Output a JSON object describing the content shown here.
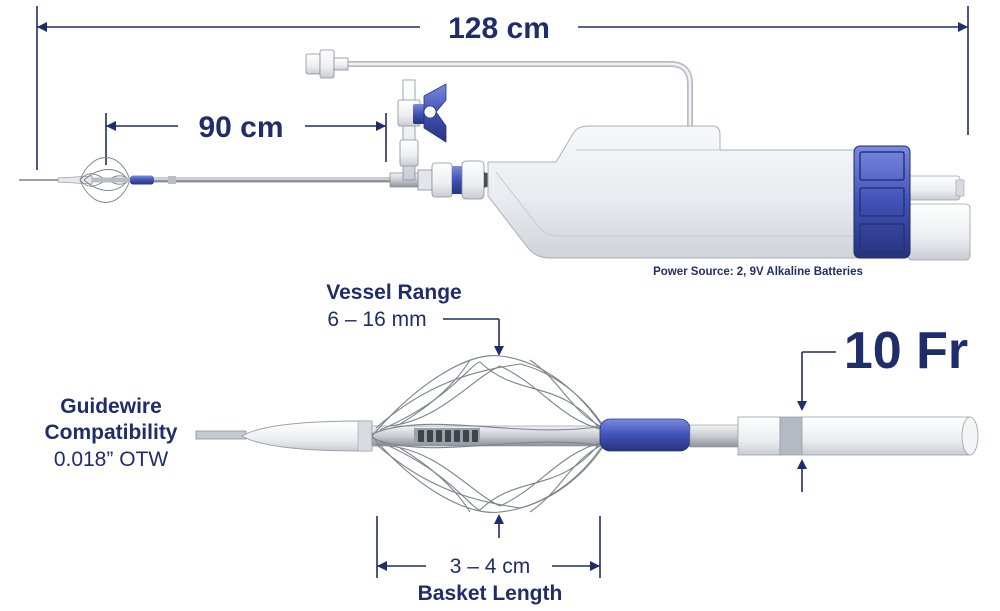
{
  "dimensions": {
    "overall_length": "128 cm",
    "working_length": "90 cm"
  },
  "power_source": "Power Source: 2, 9V Alkaline Batteries",
  "vessel_range": {
    "title": "Vessel Range",
    "value": "6 – 16 mm"
  },
  "guidewire": {
    "title_line1": "Guidewire",
    "title_line2": "Compatibility",
    "value": "0.018” OTW"
  },
  "french_size": "10 Fr",
  "basket_length": {
    "value": "3 – 4 cm",
    "title": "Basket Length"
  },
  "colors": {
    "navy": "#1f2d6b",
    "device_blue": "#4052b5",
    "body_white": "#eef0f3"
  }
}
